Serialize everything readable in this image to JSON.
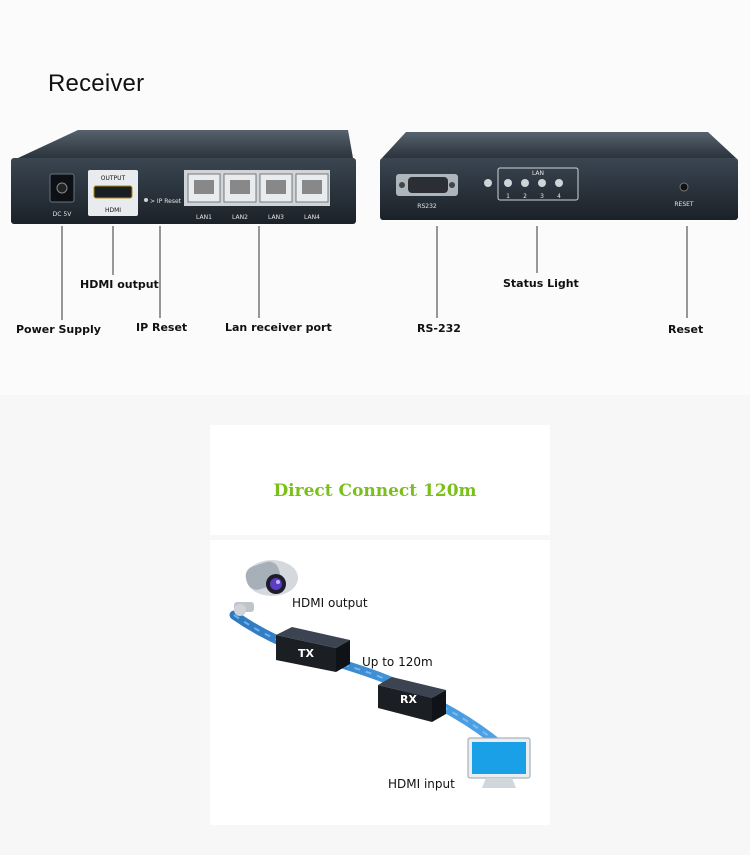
{
  "receiver": {
    "title": "Receiver",
    "front_panel": {
      "dc_label": "DC 5V",
      "hdmi_badge": "OUTPUT",
      "hdmi_label": "HDMI",
      "ip_reset_label": "> IP Reset",
      "lan_ports": [
        "LAN1",
        "LAN2",
        "LAN3",
        "LAN4"
      ]
    },
    "back_panel": {
      "rs232_label": "RS232",
      "lan_label": "LAN",
      "lan_numbers": [
        "1",
        "2",
        "3",
        "4"
      ],
      "reset_label": "RESET"
    },
    "callouts": {
      "power_supply": "Power Supply",
      "hdmi_output": "HDMI output",
      "ip_reset": "IP Reset",
      "lan_receiver_port": "Lan receiver port",
      "rs232": "RS-232",
      "status_light": "Status Light",
      "reset": "Reset"
    }
  },
  "diagram": {
    "title": "Direct Connect 120m",
    "title_color": "#7bbf1a",
    "hdmi_output": "HDMI output",
    "tx": "TX",
    "rx": "RX",
    "distance": "Up to 120m",
    "hdmi_input": "HDMI input",
    "cable_color": "#3d8fd6",
    "icons": [
      "camera-icon",
      "monitor-icon"
    ]
  }
}
